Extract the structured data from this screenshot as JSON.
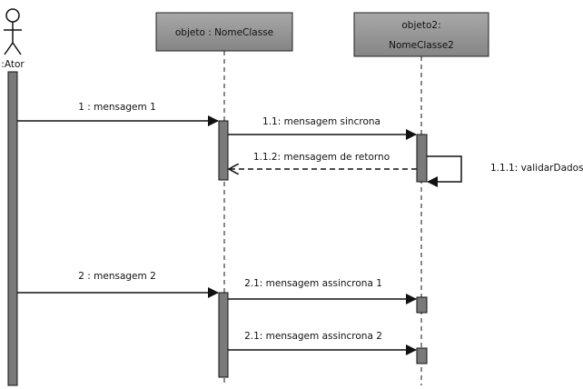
{
  "actor": {
    "label": ":Ator"
  },
  "lifelines": [
    {
      "label_line1": "objeto : NomeClasse",
      "label_line2": ""
    },
    {
      "label_line1": "objeto2:",
      "label_line2": "NomeClasse2"
    }
  ],
  "messages": [
    {
      "label": "1 : mensagem 1",
      "style": "sync"
    },
    {
      "label": "1.1: mensagem sincrona",
      "style": "sync"
    },
    {
      "label": "1.1.2: mensagem de retorno",
      "style": "return"
    },
    {
      "label": "1.1.1: validarDados()",
      "style": "self"
    },
    {
      "label": "2 : mensagem 2",
      "style": "sync"
    },
    {
      "label": "2.1: mensagem assincrona 1",
      "style": "async"
    },
    {
      "label": "2.1: mensagem assincrona 2",
      "style": "async"
    }
  ],
  "colors": {
    "header_fill": "#8f8f8f",
    "activation_fill": "#7a7a7a",
    "line": "#111111"
  }
}
